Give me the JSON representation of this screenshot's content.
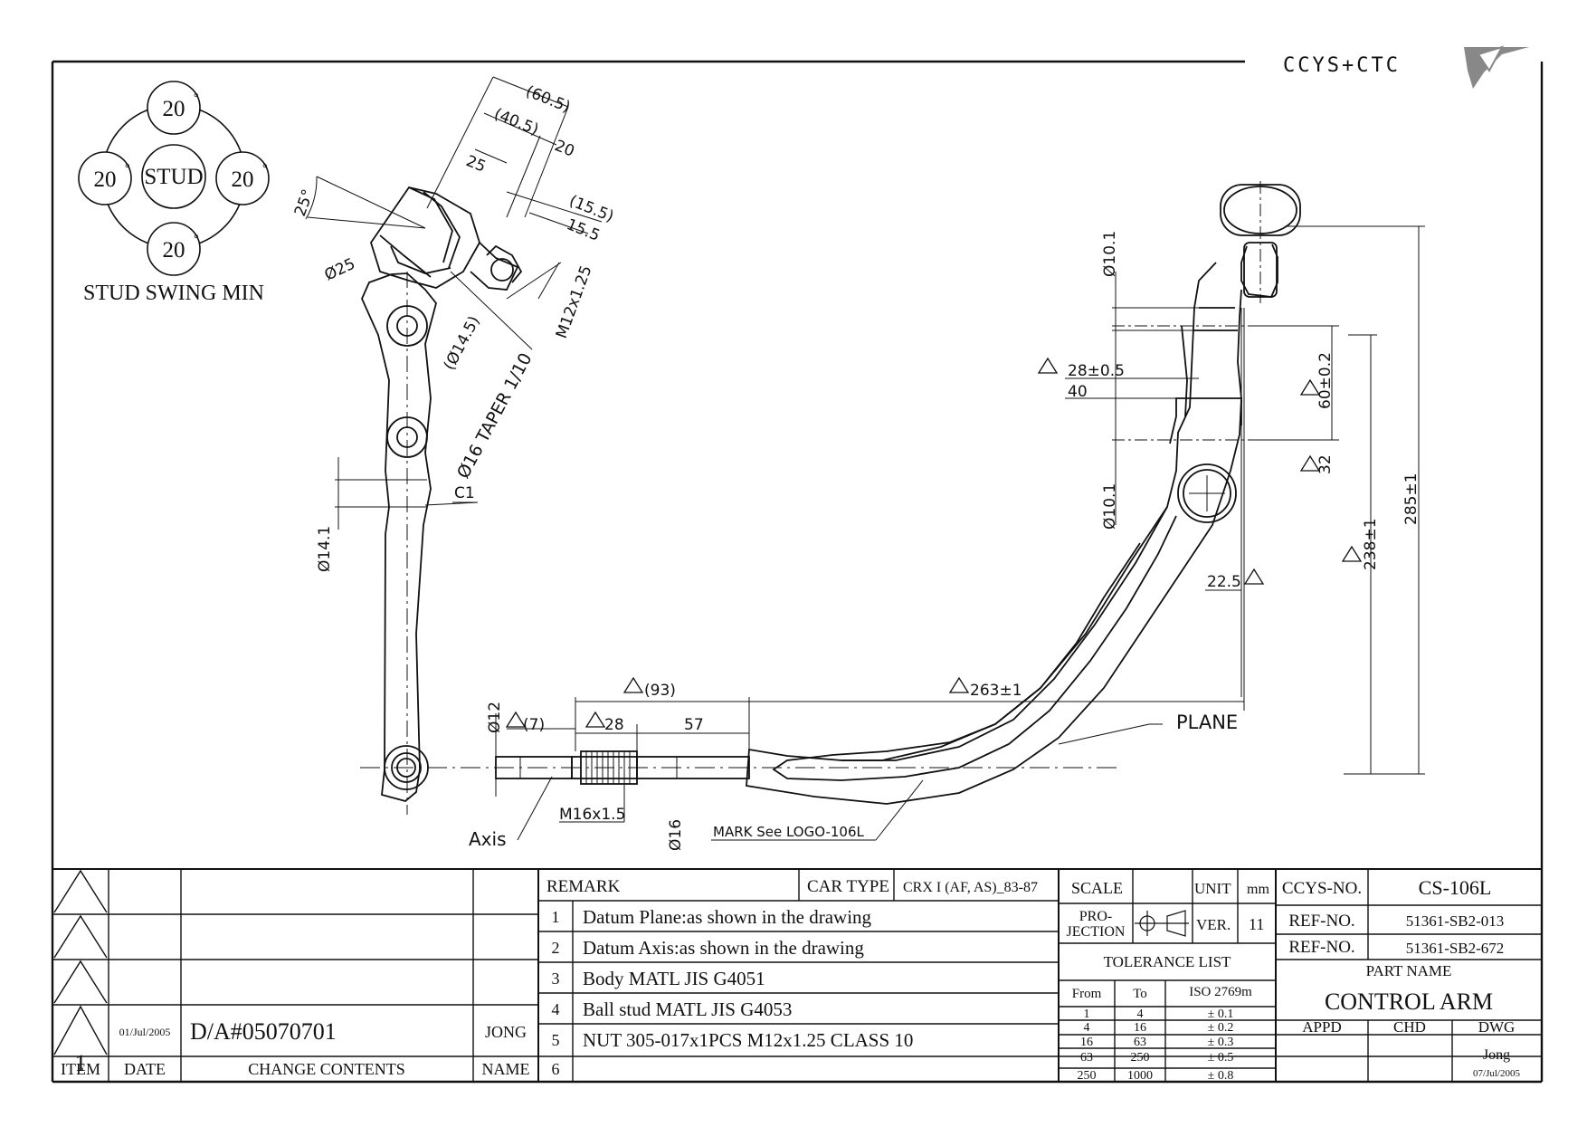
{
  "logo": {
    "text": "CCYS+CTC"
  },
  "stud_swing": {
    "center": "STUD",
    "angles": [
      "20",
      "20",
      "20",
      "20"
    ],
    "degree": "°",
    "caption": "STUD SWING MIN"
  },
  "dimensions": {
    "top_605": "(60.5)",
    "top_405": "(40.5)",
    "top_20": "20",
    "top_25": "25",
    "top_155p": "(15.5)",
    "top_155": "15.5",
    "angle_25": "25°",
    "dia_25": "Ø25",
    "thread_m12": "M12x1.25",
    "dia_145": "(Ø14.5)",
    "taper": "Ø16 TAPER 1/10",
    "c1": "C1",
    "dia_141": "Ø14.1",
    "dia_101_top": "Ø10.1",
    "dim_28": "28±0.5",
    "dim_40": "40",
    "dim_60": "60±0.2",
    "dim_32": "32",
    "dia_101_bot": "Ø10.1",
    "dim_238": "238±1",
    "dim_285": "285±1",
    "dim_225": "22.5",
    "dim_93": "(93)",
    "dim_263": "263±1",
    "dim_7": "(7)",
    "dim_28b": "28",
    "dim_57": "57",
    "dia_12": "Ø12",
    "plane": "PLANE",
    "m16": "M16x1.5",
    "axis": "Axis",
    "dia_16": "Ø16",
    "mark": "MARK See LOGO-106L"
  },
  "revision_table": {
    "rows": [
      {
        "item": "",
        "date": "",
        "contents": "",
        "name": ""
      },
      {
        "item": "",
        "date": "",
        "contents": "",
        "name": ""
      },
      {
        "item": "",
        "date": "",
        "contents": "",
        "name": ""
      },
      {
        "item": "1",
        "date": "01/Jul/2005",
        "contents": "D/A#05070701",
        "name": "JONG"
      }
    ],
    "headers": {
      "item": "ITEM",
      "date": "DATE",
      "contents": "CHANGE CONTENTS",
      "name": "NAME"
    }
  },
  "remarks": {
    "header": "REMARK",
    "car_type_label": "CAR TYPE",
    "car_type_value": "CRX I (AF, AS)_83-87",
    "items": [
      {
        "no": "1",
        "text": "Datum Plane:as shown in the drawing"
      },
      {
        "no": "2",
        "text": "Datum Axis:as shown in the drawing"
      },
      {
        "no": "3",
        "text": "Body MATL JIS G4051"
      },
      {
        "no": "4",
        "text": "Ball stud MATL JIS G4053"
      },
      {
        "no": "5",
        "text": "NUT 305-017x1PCS M12x1.25 CLASS 10"
      },
      {
        "no": "6",
        "text": ""
      }
    ]
  },
  "scale_block": {
    "scale_label": "SCALE",
    "scale_value": "",
    "unit_label": "UNIT",
    "unit_value": "mm",
    "projection_label_1": "PRO-",
    "projection_label_2": "JECTION",
    "ver_label": "VER.",
    "ver_value": "11"
  },
  "tolerance": {
    "title": "TOLERANCE LIST",
    "headers": {
      "from": "From",
      "to": "To",
      "std": "ISO 2769m"
    },
    "rows": [
      {
        "from": "1",
        "to": "4",
        "tol": "± 0.1"
      },
      {
        "from": "4",
        "to": "16",
        "tol": "± 0.2"
      },
      {
        "from": "16",
        "to": "63",
        "tol": "± 0.3"
      },
      {
        "from": "63",
        "to": "250",
        "tol": "± 0.5"
      },
      {
        "from": "250",
        "to": "1000",
        "tol": "± 0.8"
      }
    ]
  },
  "title_block": {
    "ccys_no_label": "CCYS-NO.",
    "ccys_no_value": "CS-106L",
    "ref1_label": "REF-NO.",
    "ref1_value": "51361-SB2-013",
    "ref2_label": "REF-NO.",
    "ref2_value": "51361-SB2-672",
    "part_name_label": "PART NAME",
    "part_name_value": "CONTROL ARM",
    "appd_label": "APPD",
    "chd_label": "CHD",
    "dwg_label": "DWG",
    "appd_value": "",
    "chd_value": "",
    "dwg_value": "Jong",
    "dwg_date": "07/Jul/2005"
  }
}
